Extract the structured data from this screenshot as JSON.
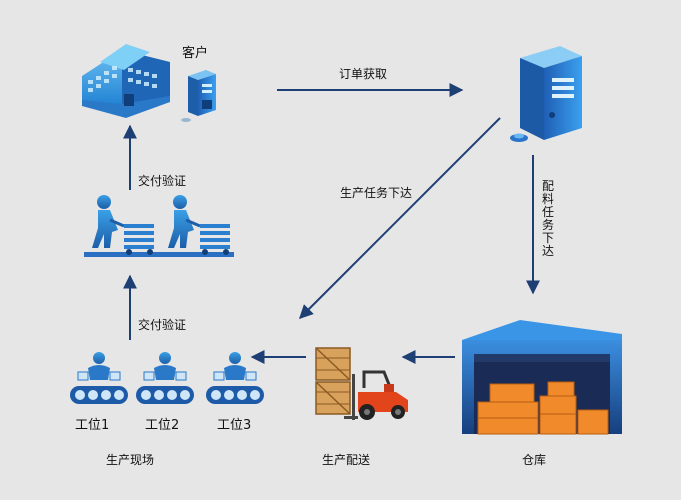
{
  "nodes": {
    "customer": "客户",
    "station_1": "工位1",
    "station_2": "工位2",
    "station_3": "工位3",
    "production_site": "生产现场",
    "production_delivery": "生产配送",
    "warehouse": "仓库"
  },
  "flows": {
    "order_acquisition": "订单获取",
    "production_task_issue": "生产任务下达",
    "material_task_issue": "配料任务下达",
    "delivery_verification_top": "交付验证",
    "delivery_verification_bottom": "交付验证"
  },
  "colors": {
    "arrow": "#1e3f73",
    "building_blue": "#3aa0e6",
    "server_blue": "#2f7fd6",
    "warehouse_navy": "#1d4c8c",
    "box_orange": "#f08a2a",
    "forklift_orange": "#e2441c",
    "crate_tan": "#d9a25c"
  },
  "icons": [
    "office-building-icon",
    "server-icon",
    "worker-cart-icon",
    "conveyor-worker-icon",
    "forklift-icon",
    "wooden-crate-icon",
    "warehouse-icon"
  ]
}
